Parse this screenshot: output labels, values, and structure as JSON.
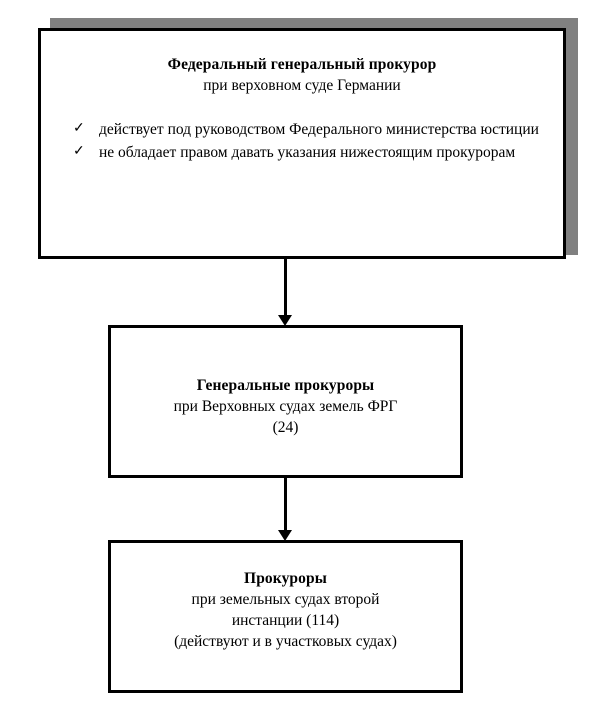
{
  "diagram": {
    "colors": {
      "border": "#000000",
      "shadow": "#808080",
      "background": "#ffffff",
      "text": "#000000"
    },
    "nodes": [
      {
        "id": "federal-prosecutor-general",
        "title": "Федеральный генеральный прокурор",
        "subtitle": "при верховном суде Германии",
        "bullets": [
          {
            "marker": "check-icon",
            "glyph": "✓",
            "text": "действует под руководством Федерального министерства юстиции"
          },
          {
            "marker": "check-icon",
            "glyph": "✓",
            "text": "не обладает правом давать указания нижестоящим прокурорам"
          }
        ]
      },
      {
        "id": "general-prosecutors",
        "title": "Генеральные прокуроры",
        "lines": [
          "при Верховных судах земель ФРГ",
          "(24)"
        ]
      },
      {
        "id": "prosecutors",
        "title": "Прокуроры",
        "lines": [
          "при земельных судах второй",
          "инстанции (114)",
          "(действуют и в участковых судах)"
        ]
      }
    ],
    "connectors": [
      {
        "id": "arrow-federal-to-general",
        "from": "federal-prosecutor-general",
        "to": "general-prosecutors",
        "direction": "down"
      },
      {
        "id": "arrow-general-to-prosecutors",
        "from": "general-prosecutors",
        "to": "prosecutors",
        "direction": "down"
      }
    ]
  }
}
